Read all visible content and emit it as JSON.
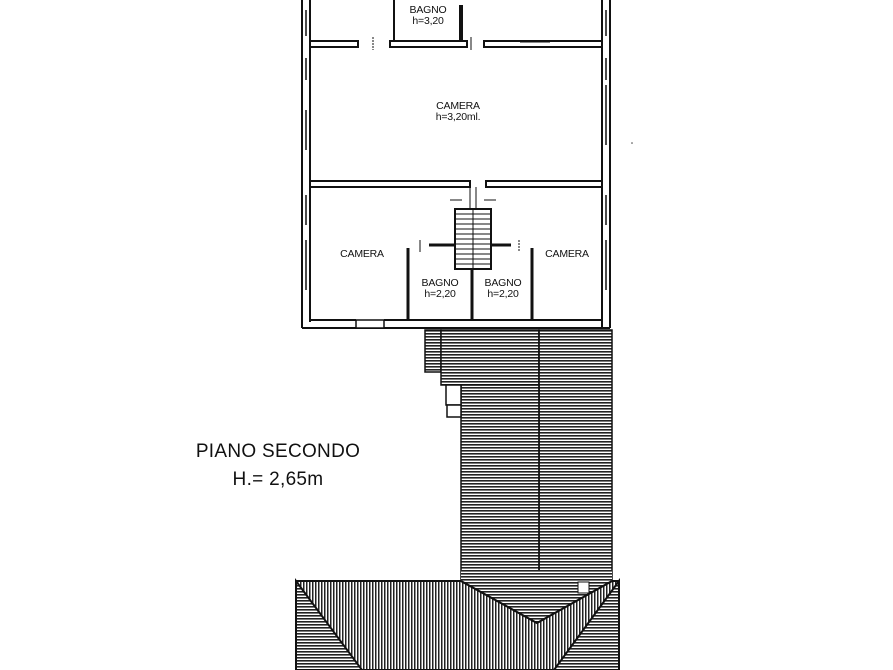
{
  "plan": {
    "floor_title": "PIANO SECONDO",
    "floor_height": "H.= 2,65m",
    "rooms": [
      {
        "name": "BAGNO",
        "height": "h=3,20"
      },
      {
        "name": "CAMERA",
        "height": "h=3,20ml."
      },
      {
        "name": "CAMERA",
        "height": ""
      },
      {
        "name": "BAGNO",
        "height": "h=2,20"
      },
      {
        "name": "BAGNO",
        "height": "h=2,20"
      },
      {
        "name": "CAMERA",
        "height": ""
      }
    ]
  },
  "colors": {
    "line": "#111111",
    "background": "#ffffff"
  }
}
